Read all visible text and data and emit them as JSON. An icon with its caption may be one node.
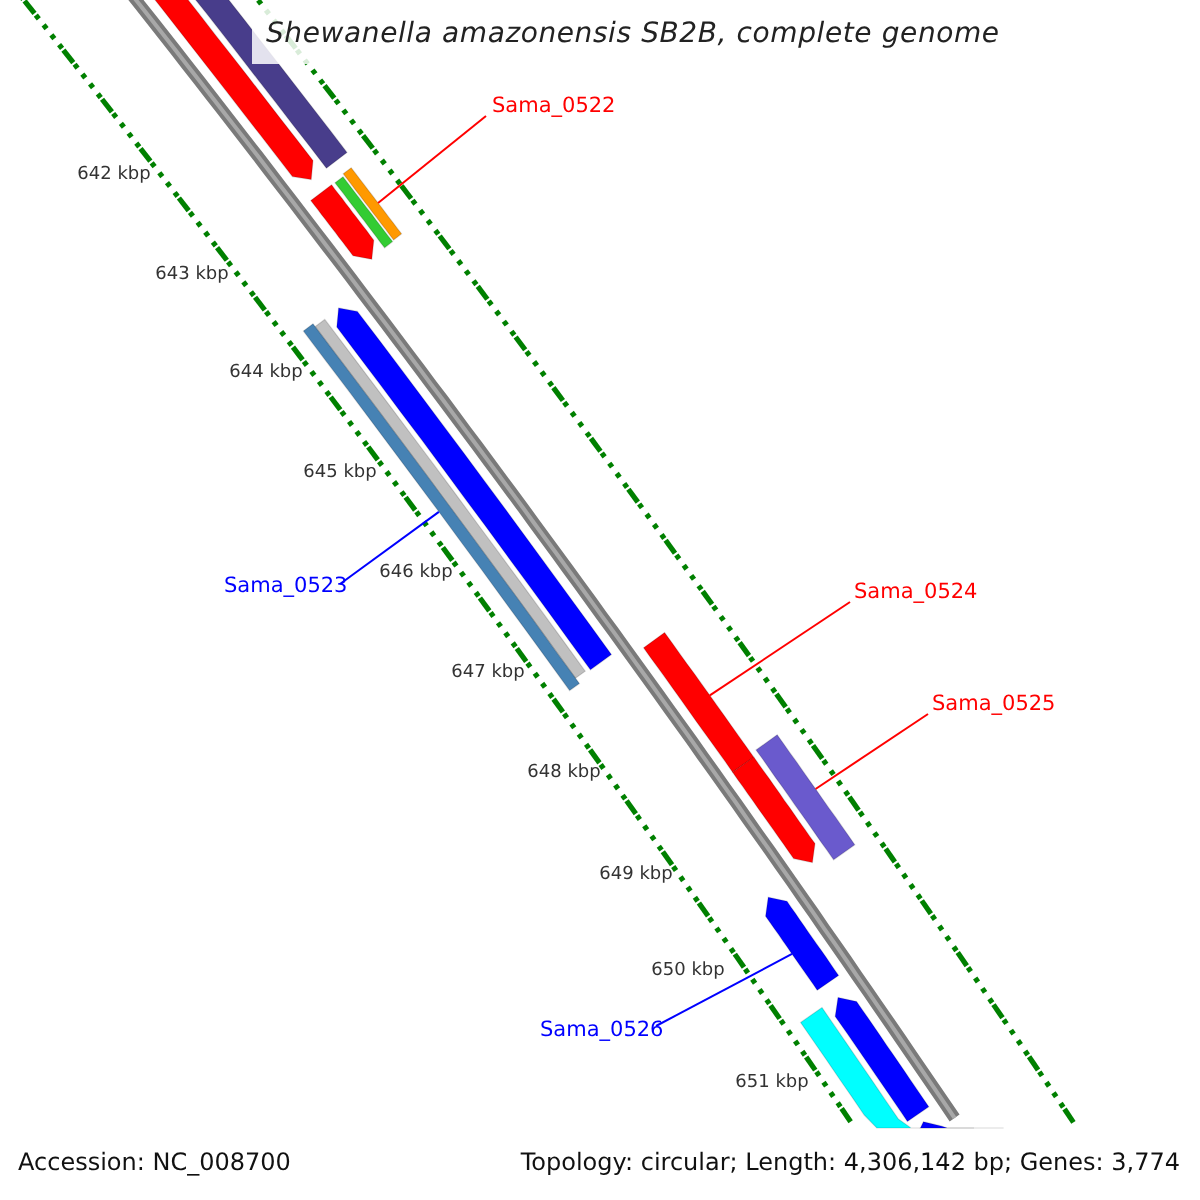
{
  "diagram": {
    "title": "Shewanella amazonensis SB2B, complete genome",
    "nodes": [
      {
        "text": [],
        "shape": "bar"
      },
      {
        "text": [],
        "shape": "bar"
      },
      {
        "text": [
          "Sama_0522"
        ]
      },
      {
        "text": [],
        "shape": "bar"
      },
      {
        "text": [],
        "shape": "bar"
      },
      {
        "text": [],
        "shape": "bar"
      },
      {
        "text": [],
        "shape": "bar"
      },
      {
        "text": [],
        "shape": "bar"
      },
      {
        "text": [],
        "shape": "bar"
      },
      {
        "text": [
          "Sama_0523"
        ]
      },
      {
        "text": [
          "Sama_0524"
        ]
      },
      {
        "text": [],
        "shape": "bar"
      },
      {
        "text": [],
        "shape": "bar"
      },
      {
        "text": [],
        "shape": "bar"
      },
      {
        "text": [
          "Sama_0525"
        ]
      },
      {
        "text": [],
        "shape": "bar"
      },
      {
        "text": [
          "Sama_0526"
        ]
      },
      {
        "text": [],
        "shape": "bar"
      },
      {
        "text": [],
        "shape": "bar"
      },
      {
        "text": [],
        "shape": "bar"
      }
    ],
    "edges": [
      {
        "from": 2,
        "to": 5,
        "arrow": "none"
      },
      {
        "from": 9,
        "to": 8,
        "arrow": "none",
        "color": "#0000ff"
      },
      {
        "from": 10,
        "to": 11,
        "arrow": "none"
      },
      {
        "from": 14,
        "to": 13,
        "arrow": "none"
      },
      {
        "from": 16,
        "to": 15,
        "arrow": "none",
        "color": "#0000ff"
      }
    ],
    "labels": [
      "642 kbp",
      "643 kbp",
      "644 kbp",
      "645 kbp",
      "646 kbp",
      "647 kbp",
      "648 kbp",
      "649 kbp",
      "650 kbp",
      "651 kbp",
      "Accession: NC_008700",
      "Topology: circular; Length: 4,306,142 bp; Genes: 3,774"
    ]
  }
}
